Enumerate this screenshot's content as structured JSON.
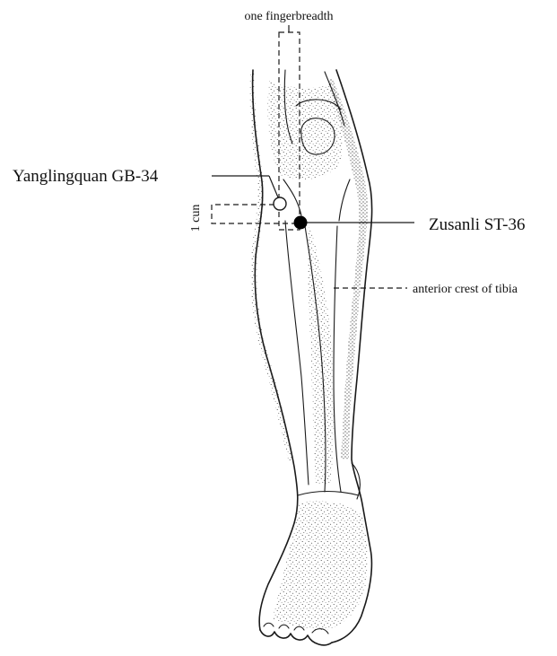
{
  "labels": {
    "one_fingerbreadth": "one fingerbreadth",
    "gb34": "Yanglingquan GB-34",
    "st36": "Zusanli ST-36",
    "one_cun": "1 cun",
    "tibia": "anterior crest of tibia"
  },
  "colors": {
    "ink": "#1a1a1a",
    "background": "#ffffff"
  }
}
